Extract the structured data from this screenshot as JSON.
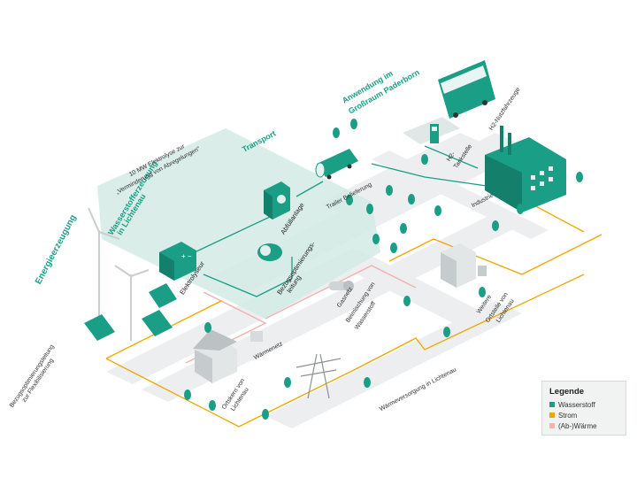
{
  "labels": {
    "energieerzeugung": "Energieerzeugung",
    "wasserstofferzeugung_1": "Wasserstofferzeugung",
    "wasserstofferzeugung_2": "in Lichtenau",
    "transport": "Transport",
    "anwendung_1": "Anwendung im",
    "anwendung_2": "Großraum Paderborn",
    "elektrolyse_1": "10 MW Elektrolyse zur",
    "elektrolyse_2": "„Verminderung von Abregelungen\"",
    "elektrolyseur": "Elektrolyseur",
    "abfuellanlage": "Abfüllanlage",
    "bezug_1": "Bezugsoptimierungs-",
    "bezug_2": "leitung",
    "trailer": "Trailer Belieferung",
    "h2_tankstelle_1": "H2-",
    "h2_tankstelle_2": "Tankstelle",
    "h2_nutzfahrzeuge": "H2-Nutzfahrzeuge",
    "industrie": "Industrie",
    "gasnetz_1": "Gasnetz",
    "gasnetz_2": "Beimischung von",
    "gasnetz_3": "Wasserstoff",
    "weitere_1": "Weitere",
    "weitere_2": "Ortsteile von",
    "weitere_3": "Lichtenau",
    "bezugsleitung_1": "Bezugsoptimierungsleitung",
    "bezugsleitung_2": "zur Flexibilisierung",
    "waermenetz": "Wärmenetz",
    "ortskern_1": "Ortskern von",
    "ortskern_2": "Lichtenau",
    "waermeversorgung": "Wärmeversorgung in Lichtenau"
  },
  "legend": {
    "title": "Legende",
    "items": [
      {
        "label": "Wasserstoff",
        "color": "#1a9e85"
      },
      {
        "label": "Strom",
        "color": "#f0a500"
      },
      {
        "label": "(Ab-)Wärme",
        "color": "#f2b3b3"
      }
    ]
  },
  "colors": {
    "hydrogen": "#1a9e85",
    "power": "#f0a500",
    "heat": "#f2b3b3",
    "zone": "#d6ebe6",
    "road": "#ebedee"
  }
}
